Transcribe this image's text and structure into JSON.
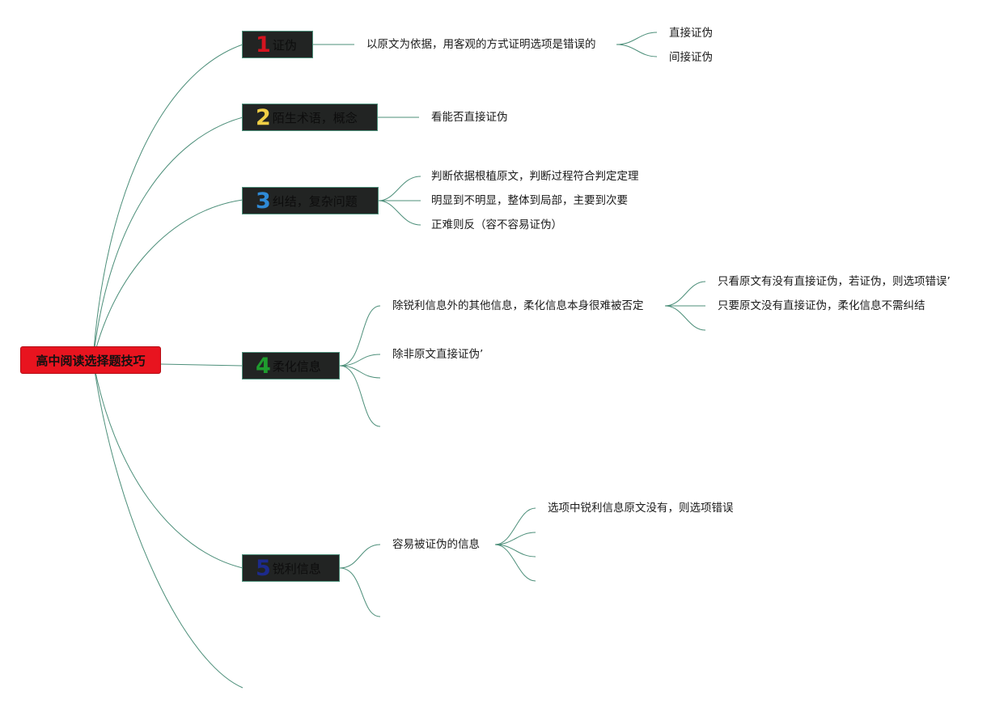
{
  "root": {
    "label": "高中阅读选择题技巧",
    "color": "#e8141f"
  },
  "branches": [
    {
      "num": "1",
      "num_color": "#d4141f",
      "label": "证伪"
    },
    {
      "num": "2",
      "num_color": "#f0cf45",
      "label": "陌生术语，概念"
    },
    {
      "num": "3",
      "num_color": "#2f8ad6",
      "label": "纠结，复杂问题"
    },
    {
      "num": "4",
      "num_color": "#1f9c2e",
      "label": "柔化信息"
    },
    {
      "num": "5",
      "num_color": "#1c2a8c",
      "label": "锐利信息"
    }
  ],
  "texts": {
    "b1_desc": "以原文为依据，用客观的方式证明选项是错误的",
    "b1_direct": "直接证伪",
    "b1_indirect": "间接证伪",
    "b2_desc": "看能否直接证伪",
    "b3_item1": "判断依据根植原文，判断过程符合判定定理",
    "b3_item2": "明显到不明显，整体到局部，主要到次要",
    "b3_item3": "正难则反（容不容易证伪）",
    "b4_item1": "除锐利信息外的其他信息，柔化信息本身很难被否定",
    "b4_item1_sub1": "只看原文有没有直接证伪，若证伪，则选项错误’",
    "b4_item1_sub2": "只要原文没有直接证伪，柔化信息不需纠结",
    "b4_item2": "除非原文直接证伪’",
    "b5_item1": "容易被证伪的信息",
    "b5_item1_sub1": "选项中锐利信息原文没有，则选项错误"
  },
  "line_color": "#4d8f7a"
}
